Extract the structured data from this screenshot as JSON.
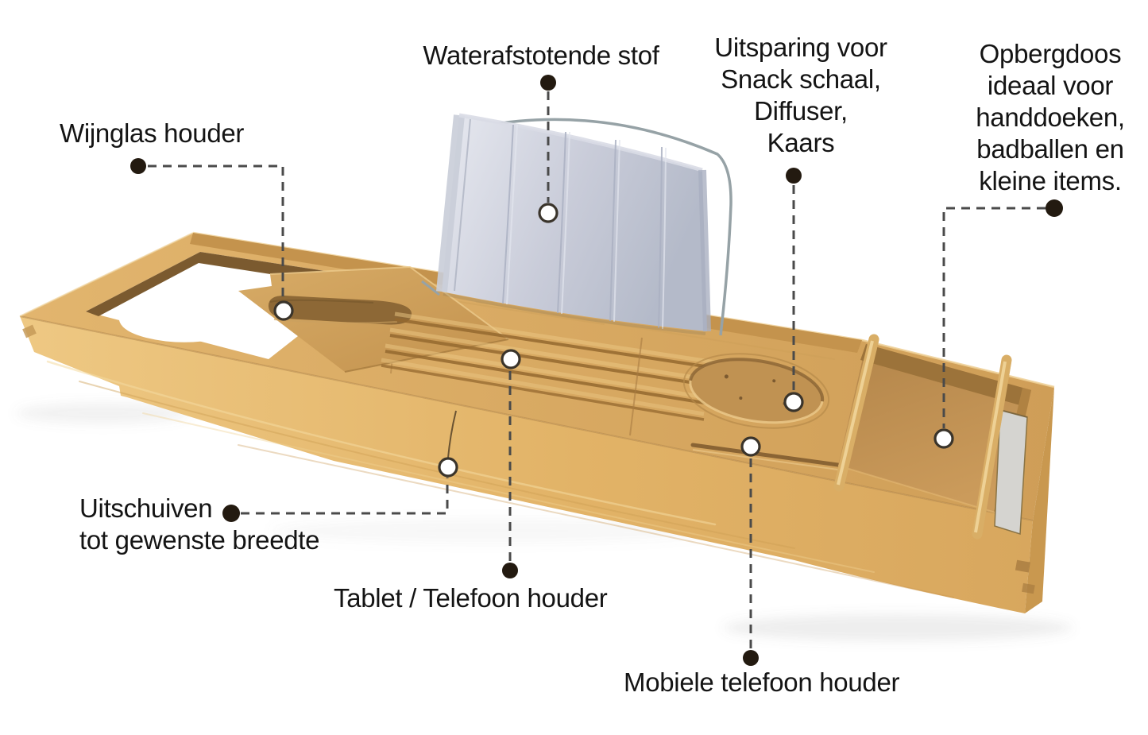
{
  "annotations": {
    "wijnglas_houder": {
      "label": "Wijnglas houder"
    },
    "waterafstotende_stof": {
      "label": "Waterafstotende stof"
    },
    "uitsparing": {
      "lines": [
        "Uitsparing voor",
        "Snack schaal,",
        "Diffuser,",
        "Kaars"
      ]
    },
    "opbergdoos": {
      "lines": [
        "Opbergdoos",
        "ideaal voor",
        "handdoeken,",
        "badballen en",
        "kleine items."
      ]
    },
    "uitschuiven": {
      "lines": [
        "Uitschuiven",
        "tot gewenste breedte"
      ]
    },
    "tablet_telefoon": {
      "label": "Tablet / Telefoon houder"
    },
    "mobiele_telefoon": {
      "label": "Mobiele telefoon houder"
    }
  },
  "colors": {
    "background": "#ffffff",
    "text": "#141414",
    "connector": "#4a4a4a",
    "marker_dot": "#231a10",
    "target_dot_ring": "#3a342b",
    "wood_light": "#eec883",
    "wood_mid": "#d2a25a",
    "wood_dark": "#8a6434",
    "fabric_grey": "#c6c9d6",
    "wire_grey": "#96a2a6"
  }
}
